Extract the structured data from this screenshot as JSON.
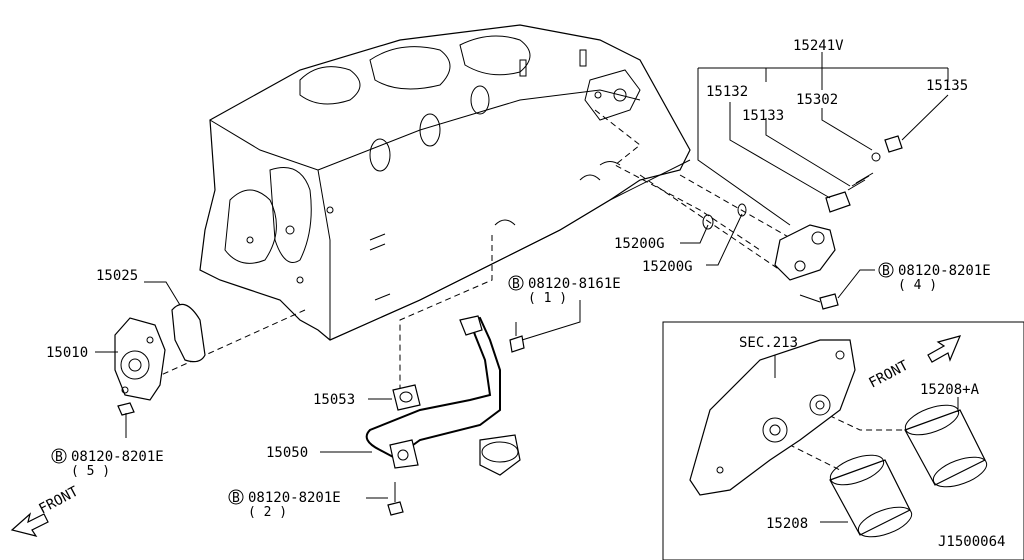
{
  "diagram": {
    "part_labels": {
      "p15241v": "15241V",
      "p15132": "15132",
      "p15302": "15302",
      "p15135": "15135",
      "p15133": "15133",
      "p15200g_a": "15200G",
      "p15200g_b": "15200G",
      "p15025": "15025",
      "p15010": "15010",
      "p15053": "15053",
      "p15050": "15050",
      "p15208a": "15208+A",
      "p15208": "15208",
      "sec213": "SEC.213"
    },
    "bolts": {
      "bolt_top": {
        "badge": "B",
        "code": "08120-8161E",
        "qty": "( 1 )"
      },
      "bolt_right": {
        "badge": "B",
        "code": "08120-8201E",
        "qty": "( 4 )"
      },
      "bolt_left": {
        "badge": "B",
        "code": "08120-8201E",
        "qty": "( 5 )"
      },
      "bolt_bottom": {
        "badge": "B",
        "code": "08120-8201E",
        "qty": "( 2 )"
      }
    },
    "front_left": "FRONT",
    "front_right": "FRONT",
    "diagram_id": "J1500064"
  }
}
